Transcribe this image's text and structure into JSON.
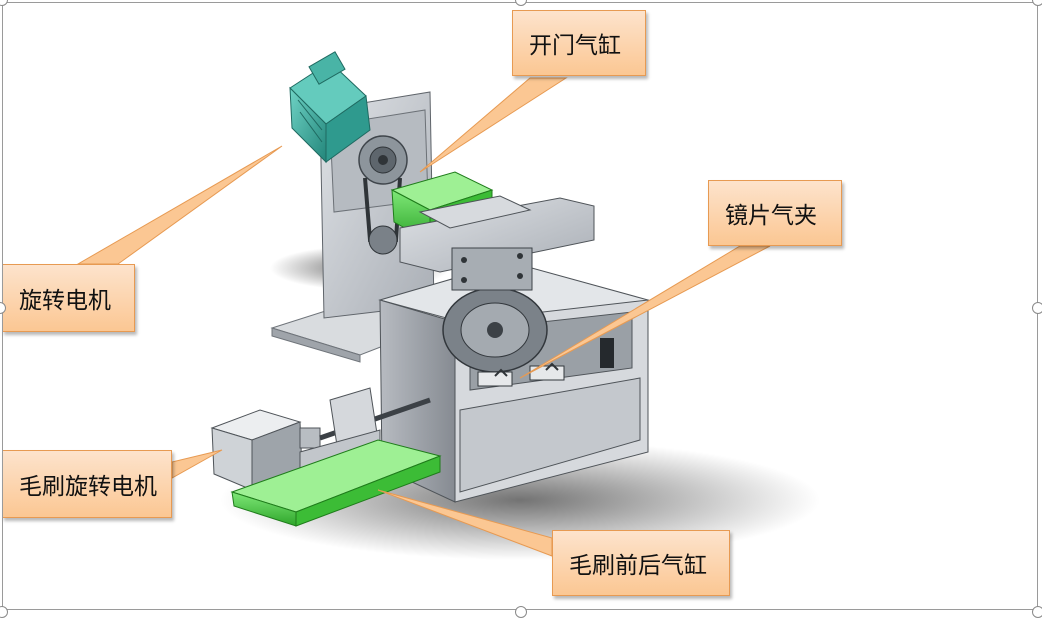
{
  "labels": {
    "door_cylinder": "开门气缸",
    "rotary_motor": "旋转电机",
    "lens_gripper": "镜片气夹",
    "brush_rotary_motor": "毛刷旋转电机",
    "brush_fb_cylinder": "毛刷前后气缸"
  },
  "colors": {
    "callout_fill_top": "#fde3cc",
    "callout_fill_bottom": "#fbc793",
    "callout_border": "#e79a52",
    "cylinder_green": "#4fd14a",
    "motor_teal": "#3fb3a5",
    "frame_gray": "#c9cdd3"
  }
}
